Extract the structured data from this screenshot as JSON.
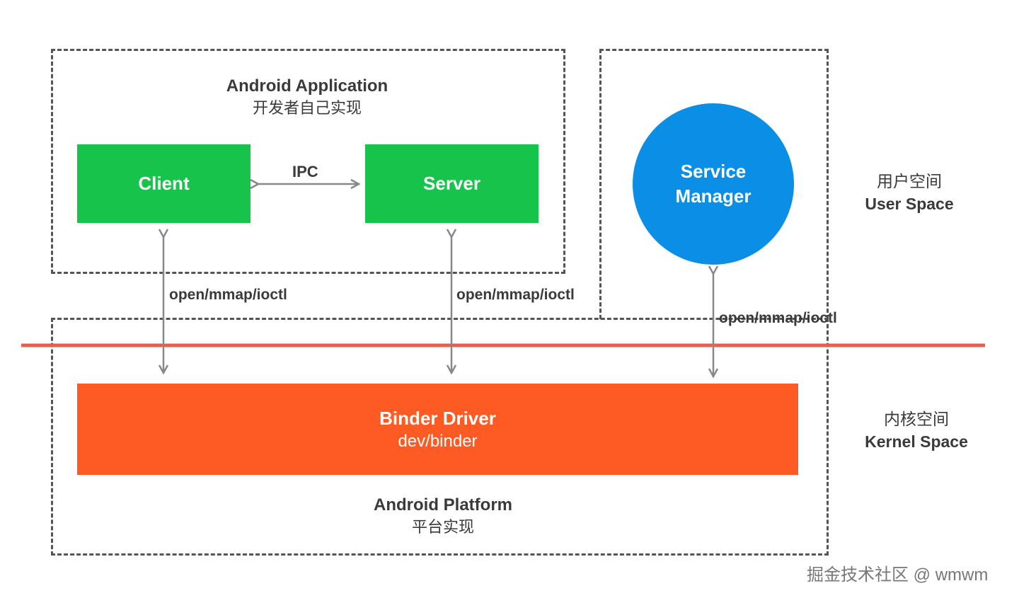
{
  "app_region": {
    "title": "Android Application",
    "subtitle": "开发者自己实现"
  },
  "platform_region": {
    "title": "Android Platform",
    "subtitle": "平台实现"
  },
  "nodes": {
    "client": "Client",
    "server": "Server",
    "service_manager_line1": "Service",
    "service_manager_line2": "Manager",
    "binder_driver": "Binder Driver",
    "binder_driver_path": "dev/binder"
  },
  "edges": {
    "ipc": "IPC",
    "client_syscalls": "open/mmap/ioctl",
    "server_syscalls": "open/mmap/ioctl",
    "service_manager_syscalls": "open/mmap/ioctl"
  },
  "spaces": {
    "user_zh": "用户空间",
    "user_en": "User Space",
    "kernel_zh": "内核空间",
    "kernel_en": "Kernel Space"
  },
  "watermark": "掘金技术社区 @ wmwm",
  "colors": {
    "green_box": "#16c44b",
    "orange_box": "#fe5a23",
    "blue_circle": "#0b8fe6",
    "divider": "#e8604c",
    "arrow": "#888888",
    "dashed_border": "#555555"
  }
}
